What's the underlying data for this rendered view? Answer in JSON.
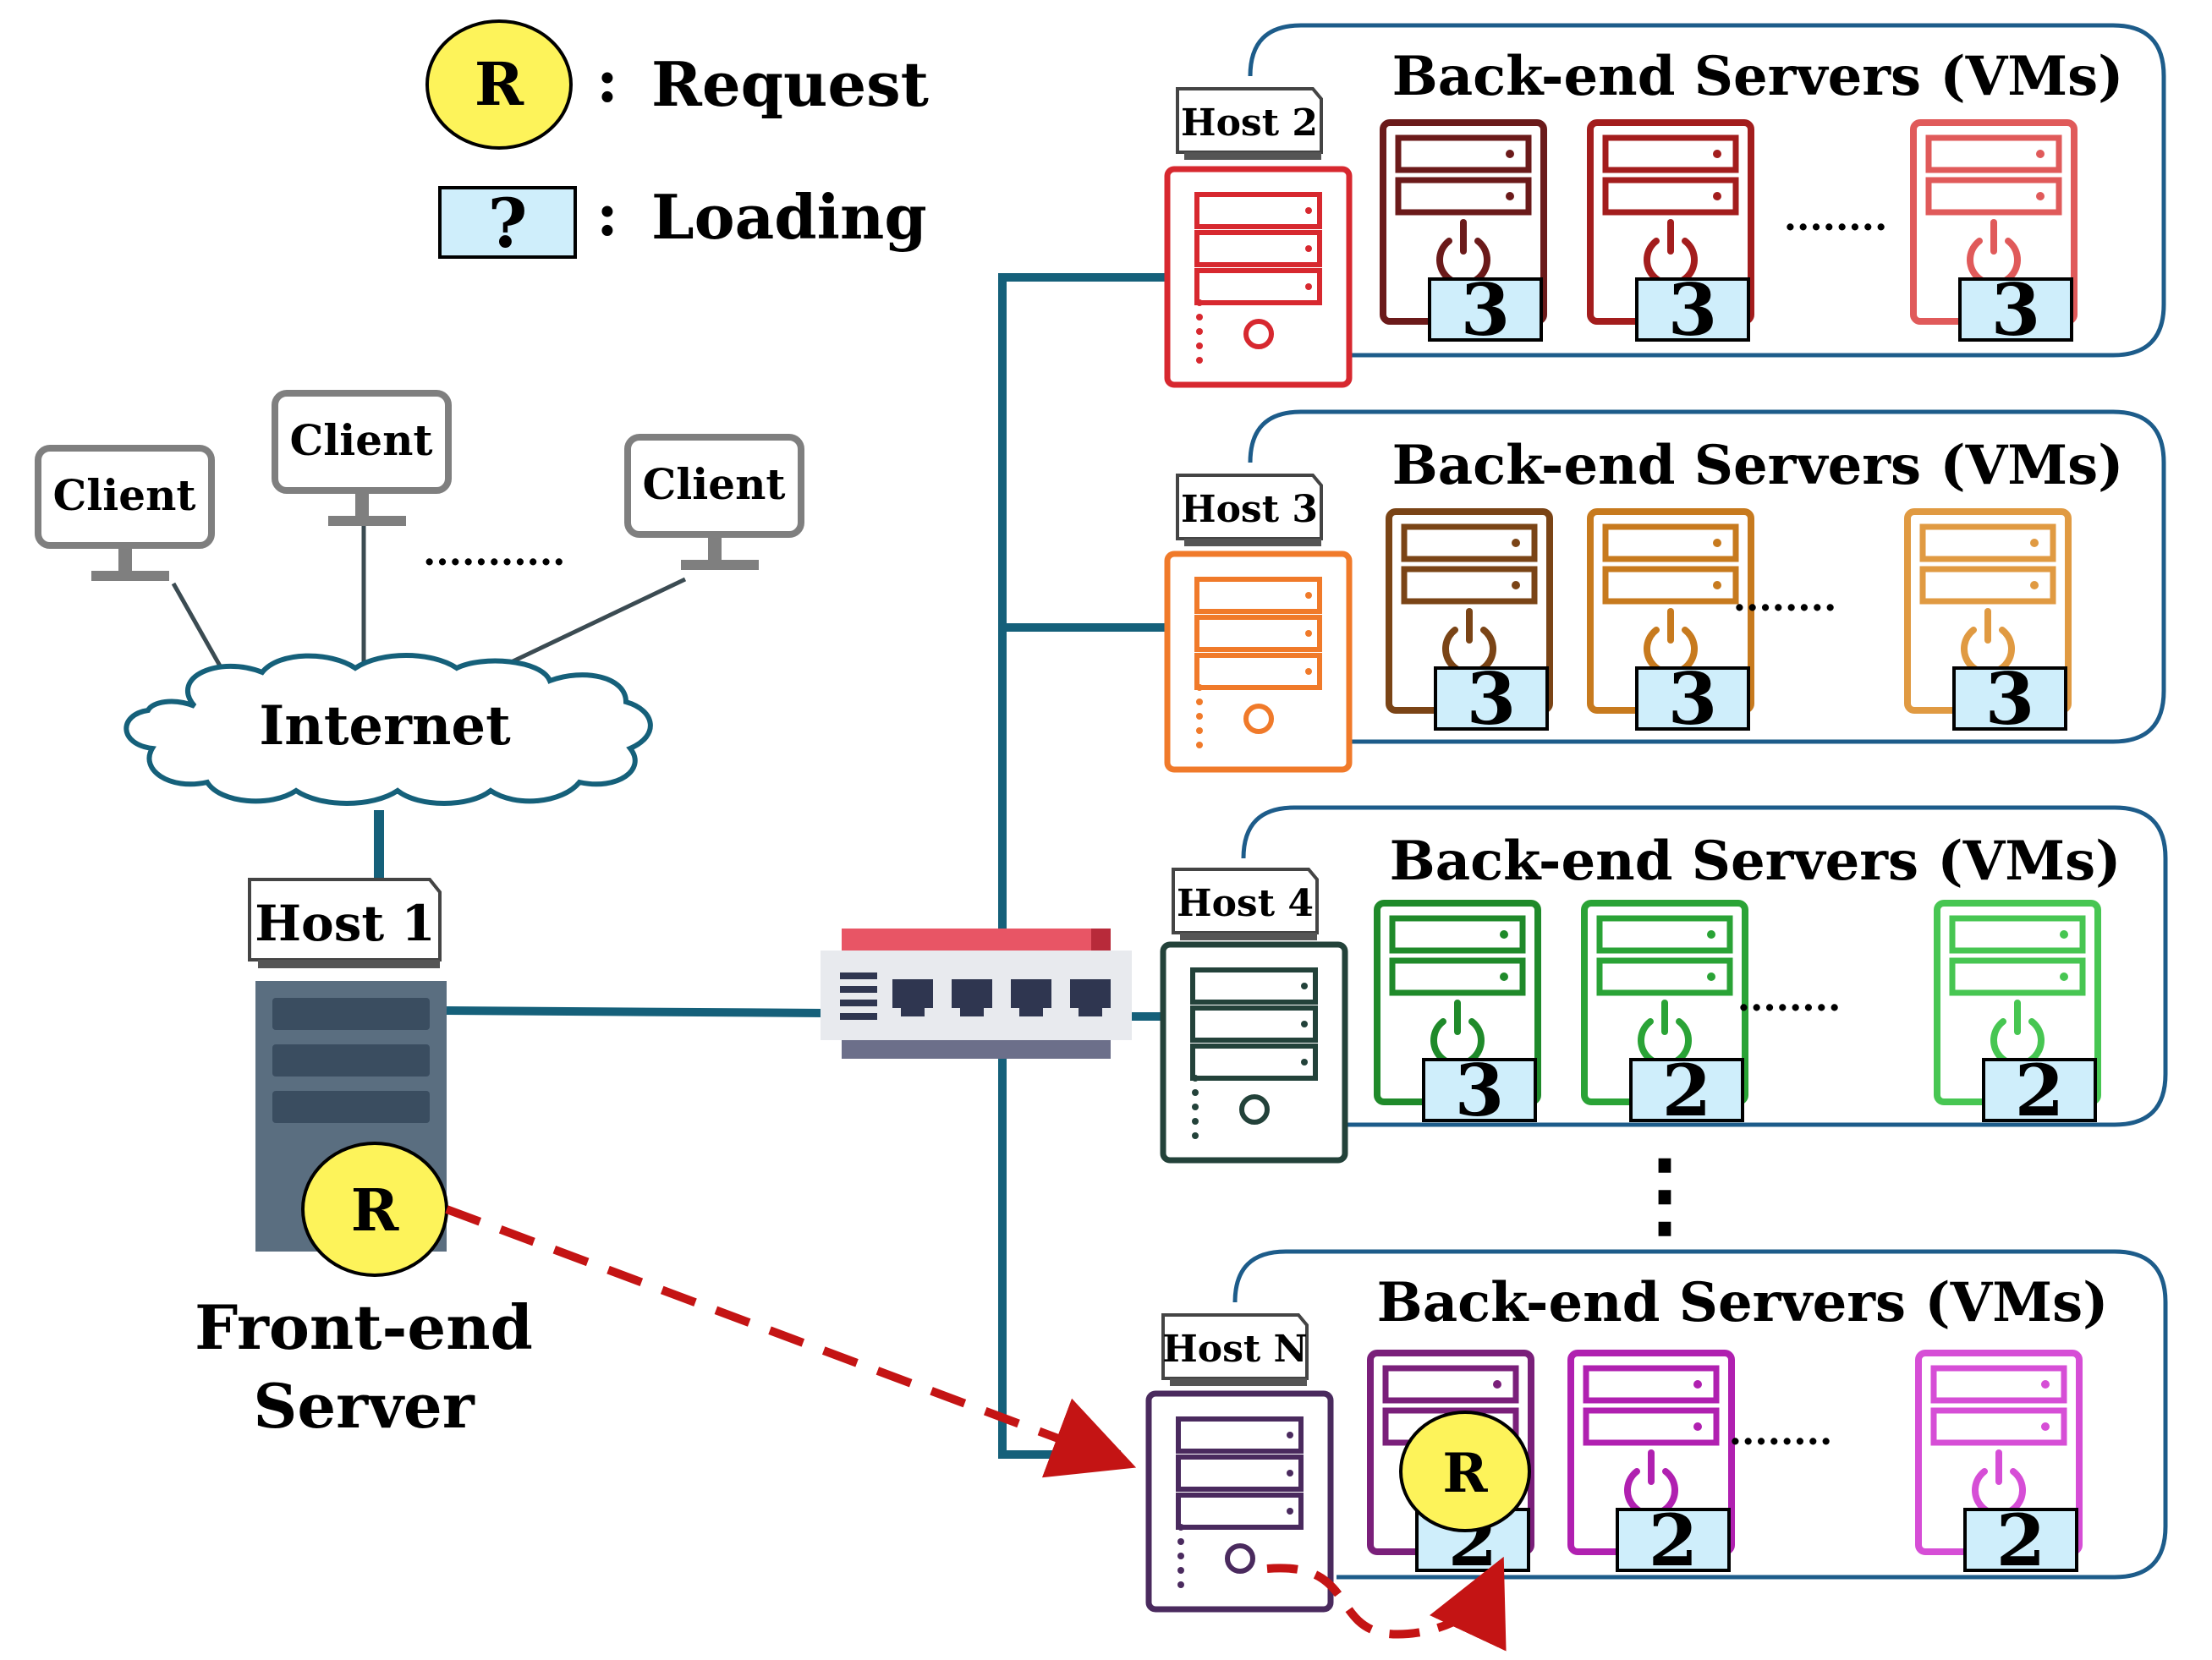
{
  "legend": {
    "request_symbol": "R",
    "request_label": "Request",
    "loading_symbol": "?",
    "loading_label": "Loading",
    "separator": ":"
  },
  "clients": [
    {
      "label": "Client"
    },
    {
      "label": "Client"
    },
    {
      "label": "Client"
    }
  ],
  "client_ellipsis": "...........",
  "internet_label": "Internet",
  "front_end": {
    "host_label": "Host 1",
    "request_symbol": "R",
    "title_line1": "Front-end",
    "title_line2": "Server"
  },
  "vertical_ellipsis": "⋮",
  "hosts": [
    {
      "host_label": "Host 2",
      "group_title": "Back-end Servers (VMs)",
      "vm_loads": [
        "3",
        "3",
        "3"
      ],
      "ellipsis": "........",
      "colors": {
        "host": "#d7282f",
        "vm": [
          "#6b1a1a",
          "#a31d1d",
          "#e05a5a"
        ]
      }
    },
    {
      "host_label": "Host 3",
      "group_title": "Back-end Servers (VMs)",
      "vm_loads": [
        "3",
        "3",
        "3"
      ],
      "ellipsis": "........",
      "colors": {
        "host": "#f07a2a",
        "vm": [
          "#7a4416",
          "#c77a1e",
          "#e09a42"
        ]
      }
    },
    {
      "host_label": "Host 4",
      "group_title": "Back-end Servers (VMs)",
      "vm_loads": [
        "3",
        "2",
        "2"
      ],
      "ellipsis": "........",
      "colors": {
        "host": "#23423a",
        "vm": [
          "#1f8a2a",
          "#2aa336",
          "#47c652"
        ]
      }
    },
    {
      "host_label": "Host N",
      "group_title": "Back-end Servers (VMs)",
      "vm_loads": [
        "2",
        "2",
        "2"
      ],
      "ellipsis": "........",
      "vm_request_symbol": "R",
      "colors": {
        "host": "#4a2a5e",
        "vm": [
          "#7a1f7a",
          "#b020b0",
          "#d64ed6"
        ]
      }
    }
  ],
  "palette": {
    "line": "#15607a",
    "panel_border": "#1d5c8a",
    "request_fill": "#fdf35a",
    "loading_fill": "#cfeefb",
    "dashed_arrow": "#c41414",
    "client_gray": "#7f7f7f",
    "front_end_body": "#5a6e80"
  }
}
